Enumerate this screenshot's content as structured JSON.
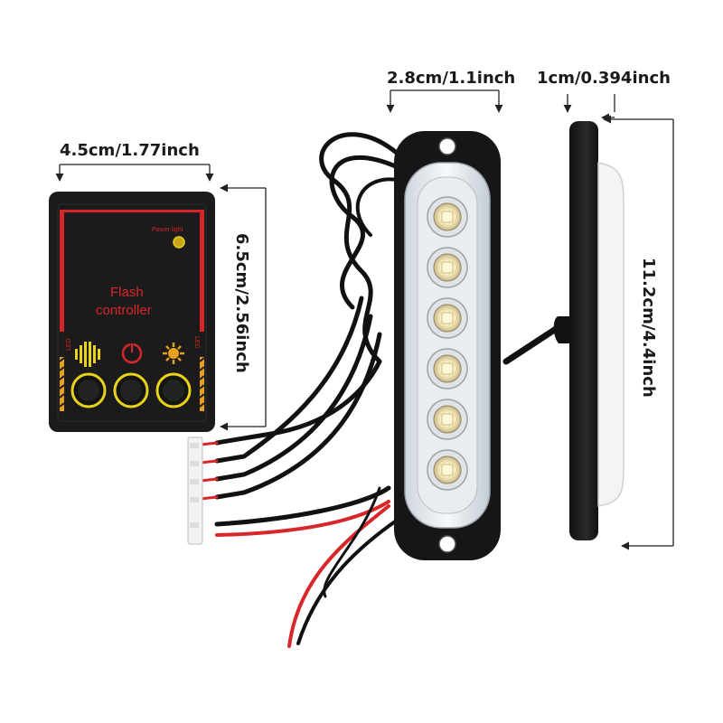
{
  "dimensions": {
    "controller_width": "4.5cm/1.77inch",
    "controller_height": "6.5cm/2.56inch",
    "light_width": "2.8cm/1.1inch",
    "light_depth": "1cm/0.394inch",
    "light_length": "11.2cm/4.4inch"
  },
  "controller": {
    "title_line1": "Flash",
    "title_line2": "controller",
    "power_label": "Power light",
    "led_label": "LED",
    "buttons": [
      "mode-button",
      "power-button",
      "brightness-button"
    ]
  },
  "light": {
    "led_count": 6
  },
  "colors": {
    "housing": "#1b1b1b",
    "accent_red": "#d7262a",
    "button_ring": "#e8d21e",
    "wire_red": "#d8262a",
    "led_glow": "#fff3c4"
  }
}
